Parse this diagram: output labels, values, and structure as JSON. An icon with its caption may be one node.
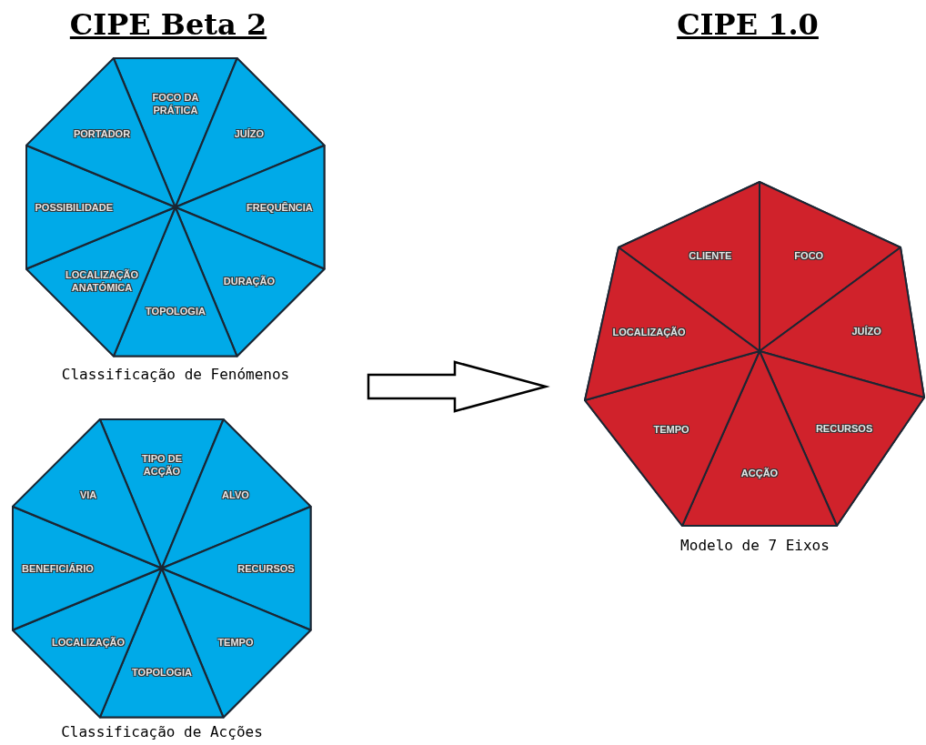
{
  "diagram": {
    "nodes": [
      {
        "text": [
          "CIPE Beta 2"
        ]
      },
      {
        "text": [],
        "shape": "octagon",
        "beside": [
          "Classificação de Fenómenos"
        ],
        "in": 0
      },
      {
        "text": [
          "FOCO DA PRÁTICA"
        ],
        "in": 1
      },
      {
        "text": [
          "JUÍZO"
        ],
        "in": 1
      },
      {
        "text": [
          "FREQUÊNCIA"
        ],
        "in": 1
      },
      {
        "text": [
          "DURAÇÃO"
        ],
        "in": 1
      },
      {
        "text": [
          "TOPOLOGIA"
        ],
        "in": 1
      },
      {
        "text": [
          "LOCALIZAÇÃO ANATÓMICA"
        ],
        "in": 1
      },
      {
        "text": [
          "POSSIBILIDADE"
        ],
        "in": 1
      },
      {
        "text": [
          "PORTADOR"
        ],
        "in": 1
      },
      {
        "text": [],
        "shape": "octagon",
        "beside": [
          "Classificação de Acções"
        ],
        "in": 0
      },
      {
        "text": [
          "TIPO DE ACÇÃO"
        ],
        "in": 10
      },
      {
        "text": [
          "ALVO"
        ],
        "in": 10
      },
      {
        "text": [
          "RECURSOS"
        ],
        "in": 10
      },
      {
        "text": [
          "TEMPO"
        ],
        "in": 10
      },
      {
        "text": [
          "TOPOLOGIA"
        ],
        "in": 10
      },
      {
        "text": [
          "LOCALIZAÇÃO"
        ],
        "in": 10
      },
      {
        "text": [
          "BENEFICIÁRIO"
        ],
        "in": 10
      },
      {
        "text": [
          "VIA"
        ],
        "in": 10
      },
      {
        "text": [
          "CIPE 1.0"
        ]
      },
      {
        "text": [],
        "shape": "heptagon",
        "beside": [
          "Modelo de 7 Eixos"
        ],
        "in": 19
      },
      {
        "text": [
          "CLIENTE"
        ],
        "in": 20
      },
      {
        "text": [
          "FOCO"
        ],
        "in": 20
      },
      {
        "text": [
          "JUÍZO"
        ],
        "in": 20
      },
      {
        "text": [
          "RECURSOS"
        ],
        "in": 20
      },
      {
        "text": [
          "ACÇÃO"
        ],
        "in": 20
      },
      {
        "text": [
          "TEMPO"
        ],
        "in": 20
      },
      {
        "text": [
          "LOCALIZAÇÃO"
        ],
        "in": 20
      }
    ],
    "edges": [
      {
        "from": 0,
        "to": 20,
        "arrow": "to"
      }
    ]
  }
}
